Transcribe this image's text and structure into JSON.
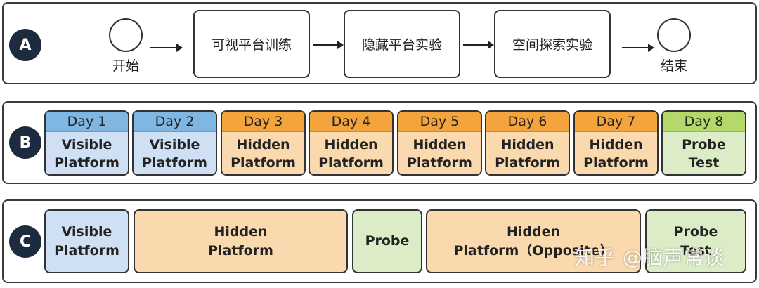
{
  "row_a": {
    "badge": "A",
    "start_label": "开始",
    "end_label": "结束",
    "steps": [
      "可视平台训练",
      "隐藏平台实验",
      "空间探索实验"
    ]
  },
  "row_b": {
    "badge": "B",
    "days": [
      {
        "day": "Day 1",
        "line1": "Visible",
        "line2": "Platform",
        "kind": "visible"
      },
      {
        "day": "Day 2",
        "line1": "Visible",
        "line2": "Platform",
        "kind": "visible"
      },
      {
        "day": "Day 3",
        "line1": "Hidden",
        "line2": "Platform",
        "kind": "hidden"
      },
      {
        "day": "Day 4",
        "line1": "Hidden",
        "line2": "Platform",
        "kind": "hidden"
      },
      {
        "day": "Day 5",
        "line1": "Hidden",
        "line2": "Platform",
        "kind": "hidden"
      },
      {
        "day": "Day 6",
        "line1": "Hidden",
        "line2": "Platform",
        "kind": "hidden"
      },
      {
        "day": "Day 7",
        "line1": "Hidden",
        "line2": "Platform",
        "kind": "hidden"
      },
      {
        "day": "Day 8",
        "line1": "Probe",
        "line2": "Test",
        "kind": "probe"
      }
    ]
  },
  "row_c": {
    "badge": "C",
    "segments": [
      {
        "line1": "Visible",
        "line2": "Platform",
        "kind": "visible"
      },
      {
        "line1": "Hidden",
        "line2": "Platform",
        "kind": "hidden"
      },
      {
        "line1": "Probe",
        "line2": "",
        "kind": "probe"
      },
      {
        "line1": "Hidden",
        "line2": "Platform（Opposite）",
        "kind": "hidden"
      },
      {
        "line1": "Probe",
        "line2": "Test",
        "kind": "probe"
      }
    ]
  },
  "watermark": "知乎 @脑声常谈",
  "colors": {
    "visible_head": "#7fb6e2",
    "visible_body": "#cfe0f4",
    "hidden_head": "#f3a43d",
    "hidden_body": "#fad9ae",
    "probe_head": "#b5d86b",
    "probe_body": "#dcecc7",
    "badge": "#1d2b3e"
  }
}
